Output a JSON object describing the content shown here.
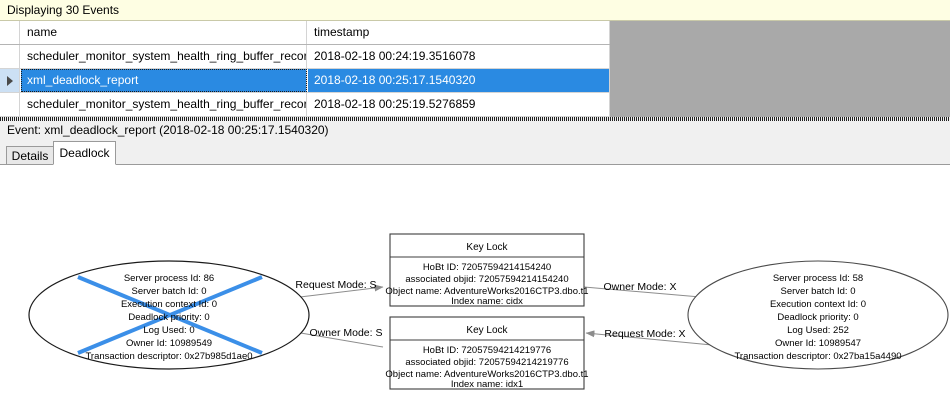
{
  "banner": {
    "text": "Displaying 30 Events"
  },
  "grid": {
    "columns": [
      "name",
      "timestamp"
    ],
    "rows": [
      {
        "selected": false,
        "name": "scheduler_monitor_system_health_ring_buffer_recorded",
        "timestamp": "2018-02-18 00:24:19.3516078"
      },
      {
        "selected": true,
        "name": "xml_deadlock_report",
        "timestamp": "2018-02-18 00:25:17.1540320"
      },
      {
        "selected": false,
        "name": "scheduler_monitor_system_health_ring_buffer_recorded",
        "timestamp": "2018-02-18 00:25:19.5276859"
      }
    ]
  },
  "event_label": {
    "text": "Event: xml_deadlock_report (2018-02-18 00:25:17.1540320)"
  },
  "tabs": [
    {
      "label": "Details",
      "active": false
    },
    {
      "label": "Deadlock",
      "active": true
    }
  ],
  "deadlock_graph": {
    "victim_marker_color": "#3B8FE8",
    "nodes": {
      "process_left": {
        "kind": "process-ellipse",
        "is_victim": true,
        "lines": [
          "Server process Id: 86",
          "Server batch Id: 0",
          "Execution context Id: 0",
          "Deadlock priority: 0",
          "Log Used: 0",
          "Owner Id: 10989549",
          "Transaction descriptor: 0x27b985d1ae0"
        ]
      },
      "process_right": {
        "kind": "process-ellipse",
        "is_victim": false,
        "lines": [
          "Server process Id: 58",
          "Server batch Id: 0",
          "Execution context Id: 0",
          "Deadlock priority: 0",
          "Log Used: 252",
          "Owner Id: 10989547",
          "Transaction descriptor: 0x27ba15a4490"
        ]
      },
      "resource_top": {
        "kind": "resource-box",
        "title": "Key Lock",
        "lines": [
          "HoBt ID: 72057594214154240",
          "associated objid: 72057594214154240",
          "Object name: AdventureWorks2016CTP3.dbo.t1",
          "Index name: cidx"
        ]
      },
      "resource_bottom": {
        "kind": "resource-box",
        "title": "Key Lock",
        "lines": [
          "HoBt ID: 72057594214219776",
          "associated objid: 72057594214219776",
          "Object name: AdventureWorks2016CTP3.dbo.t1",
          "Index name: idx1"
        ]
      }
    },
    "edges": [
      {
        "id": "left-request-top",
        "label": "Request Mode: S",
        "from": "process_left",
        "to": "resource_top",
        "direction": "right"
      },
      {
        "id": "top-owner-right",
        "label": "Owner Mode: X",
        "from": "resource_top",
        "to": "process_right",
        "direction": "right"
      },
      {
        "id": "bottom-owner-left",
        "label": "Owner Mode: S",
        "from": "resource_bottom",
        "to": "process_left",
        "direction": "left"
      },
      {
        "id": "right-request-bottom",
        "label": "Request Mode: X",
        "from": "process_right",
        "to": "resource_bottom",
        "direction": "left"
      }
    ]
  }
}
